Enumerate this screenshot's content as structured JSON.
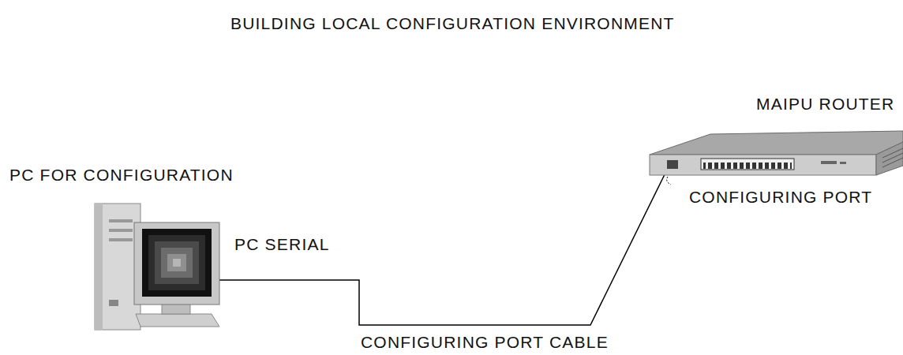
{
  "diagram": {
    "title": "BUILDING LOCAL CONFIGURATION ENVIRONMENT",
    "labels": [
      "MAIPU ROUTER",
      "PC FOR CONFIGURATION",
      "PC SERIAL",
      "CONFIGURING PORT",
      "CONFIGURING PORT CABLE"
    ]
  }
}
